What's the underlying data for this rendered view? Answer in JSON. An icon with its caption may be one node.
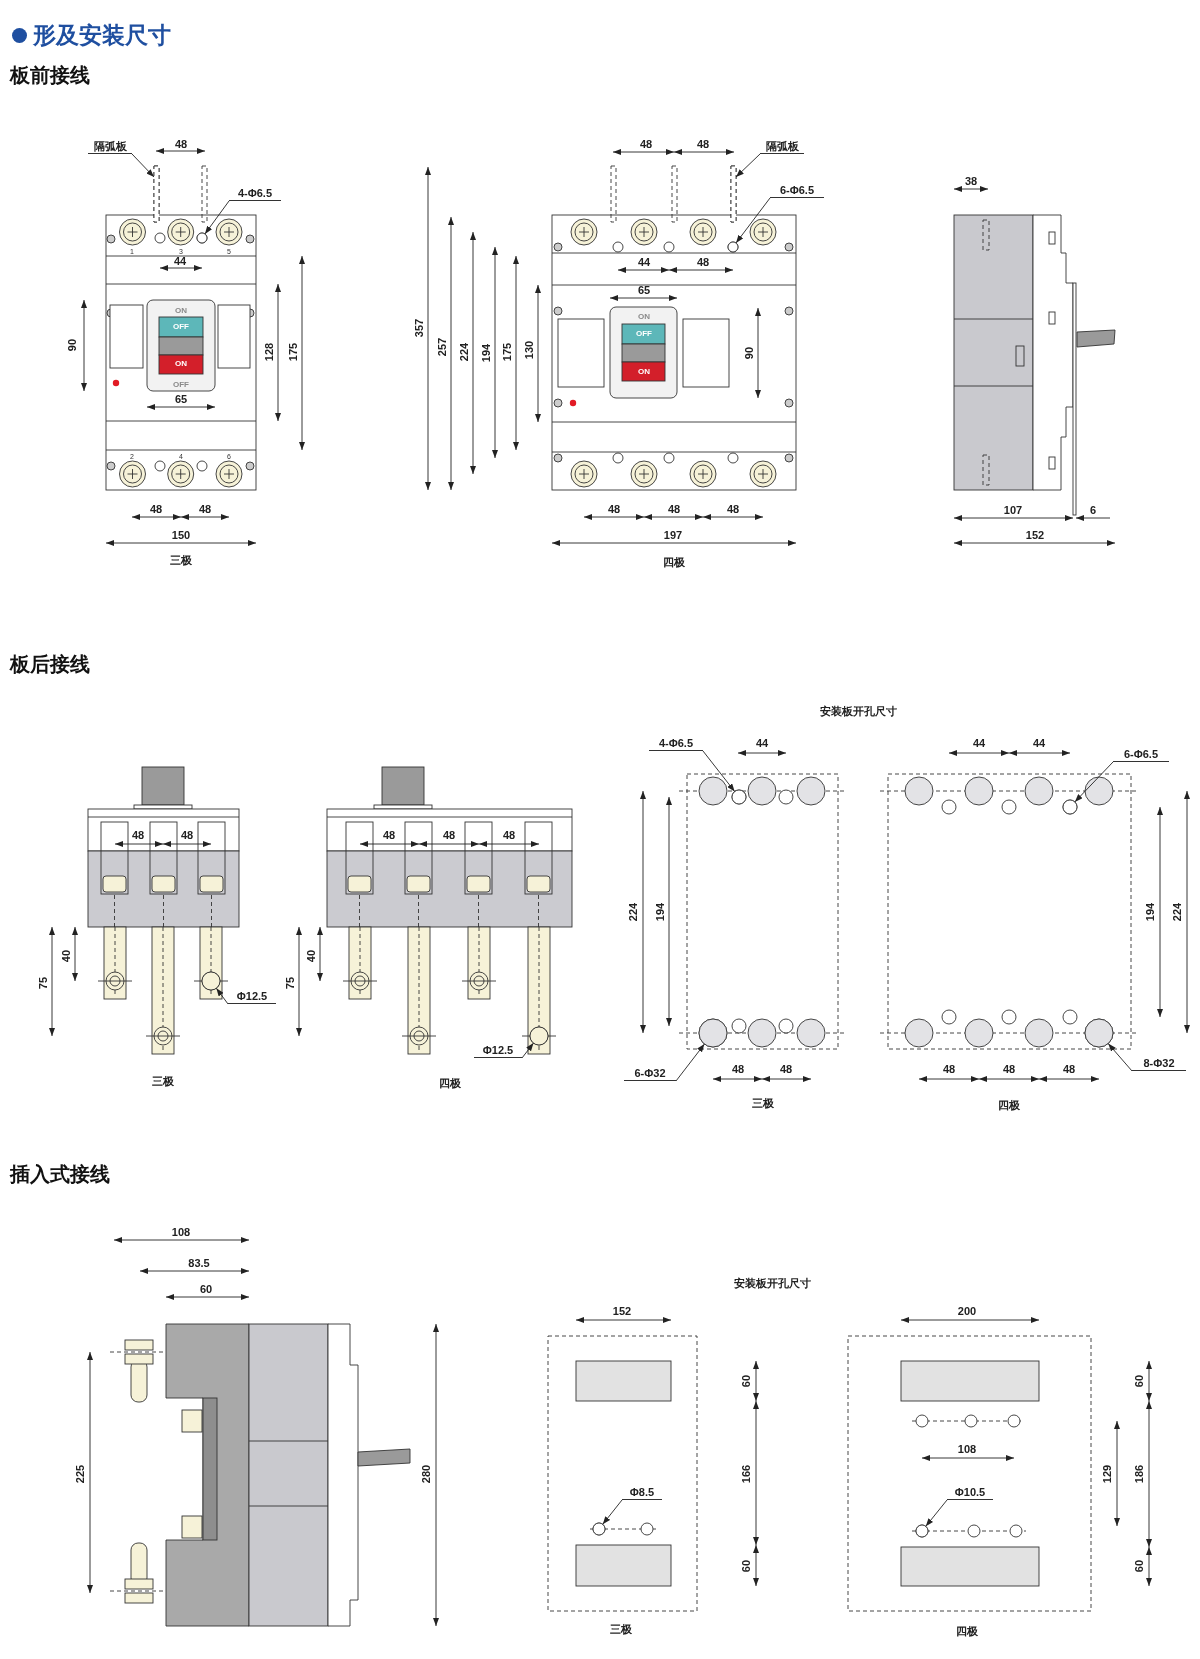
{
  "diagram": {
    "title": "形及安装尺寸",
    "nodes": [
      {
        "text": [
          "隔弧板"
        ]
      },
      {
        "text": [
          "4-Φ6.5"
        ]
      },
      {
        "text": [
          "隔弧板"
        ]
      },
      {
        "text": [
          "6-Φ6.5"
        ]
      },
      {
        "text": [
          "Φ12.5"
        ]
      },
      {
        "text": [
          "Φ12.5"
        ]
      },
      {
        "text": [
          "4-Φ6.5"
        ]
      },
      {
        "text": [
          "6-Φ32"
        ]
      },
      {
        "text": [
          "6-Φ6.5"
        ]
      },
      {
        "text": [
          "8-Φ32"
        ]
      },
      {
        "text": [
          "Φ8.5"
        ]
      },
      {
        "text": [
          "Φ10.5"
        ]
      },
      {
        "text": [],
        "shape": "box"
      },
      {
        "text": [],
        "shape": "circle"
      },
      {
        "text": [],
        "shape": "box"
      },
      {
        "text": [],
        "shape": "circle"
      },
      {
        "text": [],
        "shape": "circle"
      },
      {
        "text": [],
        "shape": "circle"
      },
      {
        "text": [],
        "shape": "circle"
      },
      {
        "text": [],
        "shape": "circle"
      },
      {
        "text": [],
        "shape": "circle"
      },
      {
        "text": [],
        "shape": "circle"
      },
      {
        "text": [],
        "shape": "circle"
      },
      {
        "text": [],
        "shape": "circle"
      }
    ],
    "edges": [
      {
        "from": 0,
        "to": 12,
        "arrow": "to"
      },
      {
        "from": 1,
        "to": 13,
        "arrow": "to"
      },
      {
        "from": 2,
        "to": 14,
        "arrow": "to"
      },
      {
        "from": 3,
        "to": 15,
        "arrow": "to"
      },
      {
        "from": 4,
        "to": 16,
        "arrow": "to"
      },
      {
        "from": 5,
        "to": 17,
        "arrow": "to"
      },
      {
        "from": 6,
        "to": 18,
        "arrow": "to"
      },
      {
        "from": 7,
        "to": 19,
        "arrow": "to"
      },
      {
        "from": 8,
        "to": 20,
        "arrow": "to"
      },
      {
        "from": 9,
        "to": 21,
        "arrow": "to"
      },
      {
        "from": 10,
        "to": 22,
        "arrow": "to"
      },
      {
        "from": 11,
        "to": 23,
        "arrow": "to"
      }
    ],
    "labels": [
      "板前接线",
      "48",
      "1",
      "3",
      "5",
      "44",
      "90",
      "ON",
      "OFF",
      "ON",
      "OFF",
      "128",
      "175",
      "65",
      "2",
      "4",
      "6",
      "48",
      "48",
      "150",
      "三极",
      "48",
      "48",
      "357",
      "257",
      "224",
      "194",
      "175",
      "130",
      "44",
      "48",
      "65",
      "ON",
      "OFF",
      "ON",
      "90",
      "48",
      "48",
      "48",
      "197",
      "四极",
      "38",
      "107",
      "6",
      "152",
      "板后接线",
      "48",
      "48",
      "40",
      "75",
      "三极",
      "48",
      "48",
      "48",
      "40",
      "75",
      "四极",
      "安装板开孔尺寸",
      "44",
      "224",
      "194",
      "48",
      "48",
      "三极",
      "44",
      "44",
      "194",
      "224",
      "48",
      "48",
      "48",
      "四极",
      "插入式接线",
      "108",
      "83.5",
      "60",
      "225",
      "280",
      "安装板开孔尺寸",
      "152",
      "60",
      "166",
      "60",
      "三极",
      "200",
      "108",
      "129",
      "60",
      "186",
      "60",
      "四极"
    ]
  }
}
